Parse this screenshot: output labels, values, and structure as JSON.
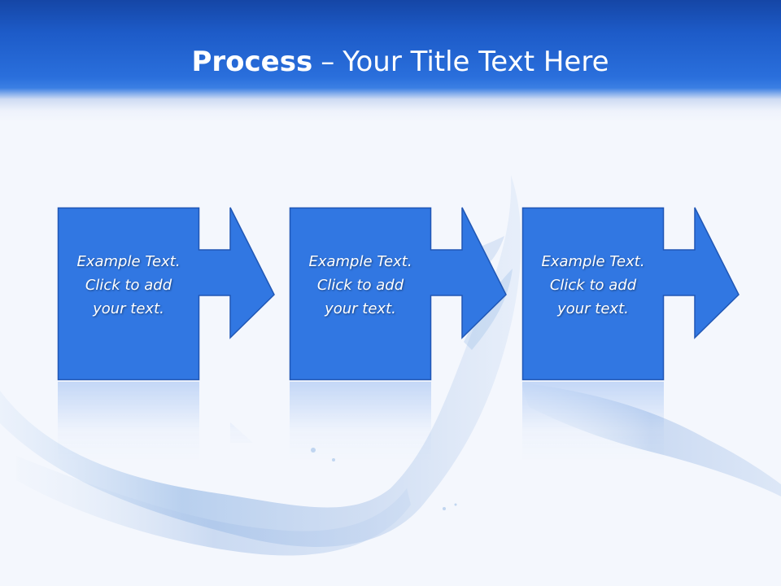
{
  "slide": {
    "title_strong": "Process",
    "title_separator": "–",
    "title_rest": "Your Title Text Here"
  },
  "colors": {
    "header_dark": "#1546a6",
    "header_light": "#3b7fe3",
    "box_fill": "#3177e2",
    "box_stroke": "#2057b5",
    "background": "#f4f7fd"
  },
  "steps": [
    {
      "line1": "Example Text.",
      "line2": "Click  to add",
      "line3": "your text."
    },
    {
      "line1": "Example Text.",
      "line2": "Click  to add",
      "line3": "your text."
    },
    {
      "line1": "Example Text.",
      "line2": "Click  to add",
      "line3": "your text."
    }
  ],
  "decorations": {
    "background_image": "water-splash",
    "step_icon": "arrow-right-icon"
  }
}
